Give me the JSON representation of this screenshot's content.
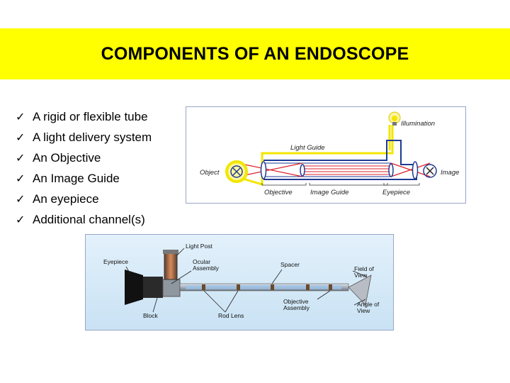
{
  "slide": {
    "title": "COMPONENTS OF AN ENDOSCOPE",
    "bullets": [
      "A rigid or flexible tube",
      "A light delivery system",
      "An Objective",
      "An Image Guide",
      "An eyepiece",
      "Additional channel(s)"
    ],
    "bullet_mark": "✓"
  },
  "diagram1": {
    "labels": {
      "illumination": "Illumination",
      "light_guide": "Light Guide",
      "object": "Object",
      "image": "Image",
      "objective": "Objective",
      "image_guide": "Image Guide",
      "eyepiece": "Eyepiece"
    }
  },
  "diagram2": {
    "labels": {
      "light_post": "Light Post",
      "eyepiece": "Eyepiece",
      "ocular_assembly_1": "Ocular",
      "ocular_assembly_2": "Assembly",
      "spacer": "Spacer",
      "field_of_view_1": "Field of",
      "field_of_view_2": "View",
      "block": "Block",
      "rod_lens": "Rod Lens",
      "objective_assembly_1": "Objective",
      "objective_assembly_2": "Assembly",
      "angle_of_view_1": "Angle of",
      "angle_of_view_2": "View"
    }
  },
  "colors": {
    "banner": "#ffff00",
    "tube_outline": "#1f3a93",
    "ray": "#e0202a",
    "light": "#f2e600",
    "diagram2_bg": "#d6ebf8"
  }
}
